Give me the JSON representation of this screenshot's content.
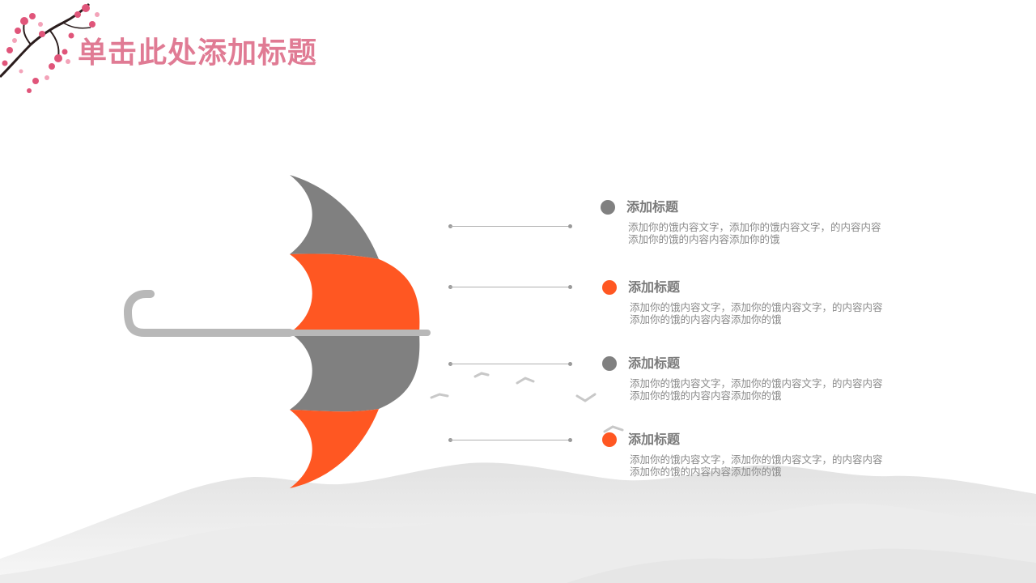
{
  "title": "单击此处添加标题",
  "colors": {
    "title": "#e07b94",
    "gray": "#808080",
    "orange": "#ff5722",
    "handle": "#b8b8b8",
    "text": "#8a8a8a"
  },
  "items": [
    {
      "title": "添加标题",
      "text": "添加你的饿内容文字，添加你的饿内容文字，的内容内容添加你的饿的内容内容添加你的饿",
      "color": "gray"
    },
    {
      "title": "添加标题",
      "text": "添加你的饿内容文字，添加你的饿内容文字，的内容内容添加你的饿的内容内容添加你的饿",
      "color": "orange"
    },
    {
      "title": "添加标题",
      "text": "添加你的饿内容文字，添加你的饿内容文字，的内容内容添加你的饿的内容内容添加你的饿",
      "color": "gray"
    },
    {
      "title": "添加标题",
      "text": "添加你的饿内容文字，添加你的饿内容文字，的内容内容添加你的饿的内容内容添加你的饿",
      "color": "orange"
    }
  ],
  "decor": {
    "corner": "plum-blossom-branch",
    "background": "ink-wash-mountains",
    "birds": "flying-birds"
  }
}
